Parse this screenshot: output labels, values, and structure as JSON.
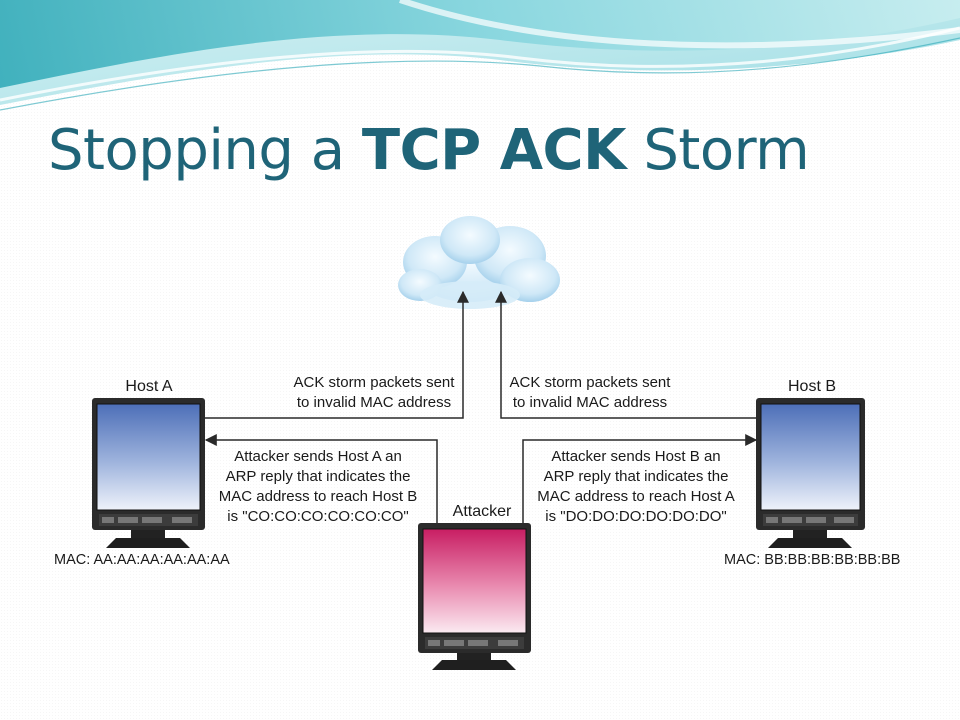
{
  "slide": {
    "title_pre": "Stopping a ",
    "title_bold": "TCP ACK",
    "title_post": " Storm"
  },
  "diagram": {
    "host_a": {
      "label": "Host A",
      "mac": "MAC: AA:AA:AA:AA:AA:AA"
    },
    "host_b": {
      "label": "Host B",
      "mac": "MAC: BB:BB:BB:BB:BB:BB"
    },
    "attacker": {
      "label": "Attacker"
    },
    "ack_left": {
      "line1": "ACK storm packets sent",
      "line2": "to invalid MAC address"
    },
    "ack_right": {
      "line1": "ACK storm packets sent",
      "line2": "to invalid MAC address"
    },
    "arp_left": {
      "line1": "Attacker sends Host A an",
      "line2": "ARP reply that indicates the",
      "line3": "MAC address to reach Host B",
      "line4": "is \"CO:CO:CO:CO:CO:CO\""
    },
    "arp_right": {
      "line1": "Attacker sends Host B an",
      "line2": "ARP reply that indicates the",
      "line3": "MAC address to reach Host A",
      "line4": "is \"DO:DO:DO:DO:DO:DO\""
    }
  }
}
